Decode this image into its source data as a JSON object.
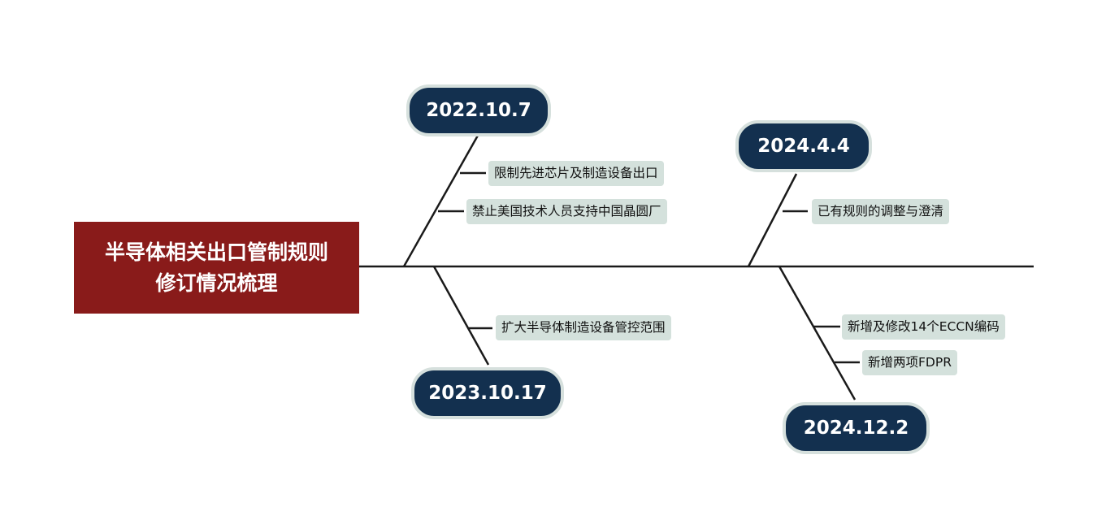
{
  "head": {
    "title": "半导体相关出口管制规则修订情况梳理"
  },
  "events": [
    {
      "date": "2022.10.7",
      "items": [
        "限制先进芯片及制造设备出口",
        "禁止美国技术人员支持中国晶圆厂"
      ]
    },
    {
      "date": "2023.10.17",
      "items": [
        "扩大半导体制造设备管控范围"
      ]
    },
    {
      "date": "2024.4.4",
      "items": [
        "已有规则的调整与澄清"
      ]
    },
    {
      "date": "2024.12.2",
      "items": [
        "新增及修改14个ECCN编码",
        "新增两项FDPR"
      ]
    }
  ],
  "colors": {
    "head": "#891b1a",
    "date_fill": "#13304f",
    "date_border": "#d6e0dd",
    "label_fill": "#d4e1dc",
    "line": "#1a1a1a"
  }
}
